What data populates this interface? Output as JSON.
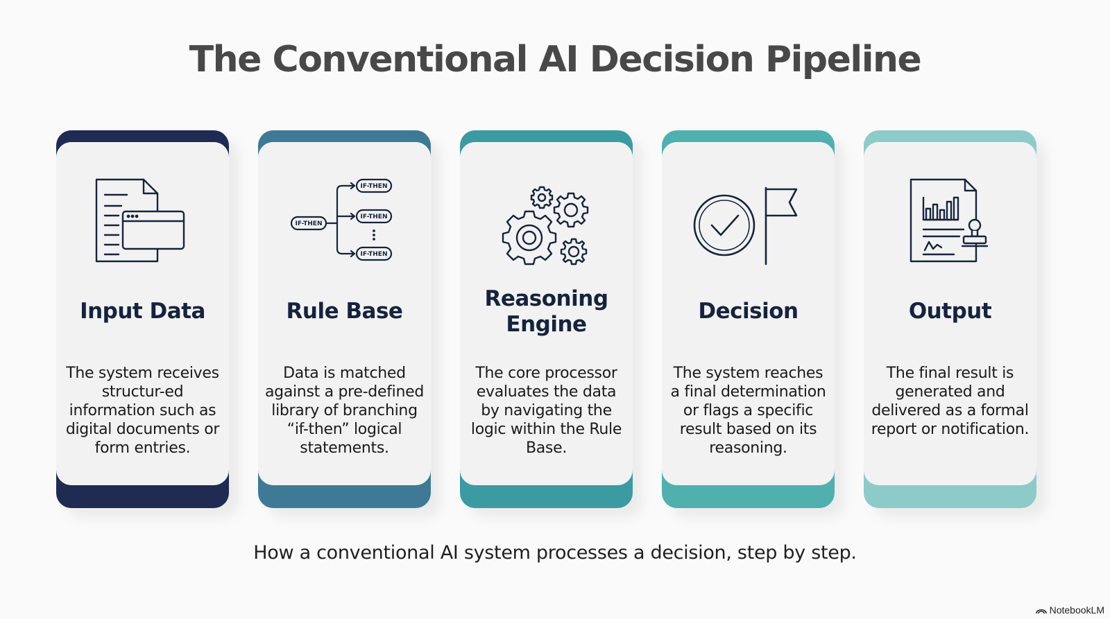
{
  "title": "The Conventional AI Decision Pipeline",
  "caption": "How a conventional AI system processes a decision, step by step.",
  "brand": "NotebookLM",
  "colors": {
    "input": "#1f2b52",
    "rule": "#3e7a96",
    "reasoning": "#3c9aa3",
    "decision": "#4fb0ae",
    "output": "#8ccbc8",
    "icon_stroke": "#16233f"
  },
  "cards": [
    {
      "title": "Input Data",
      "icon": "document-window-icon",
      "description": "The system receives structur-ed information such as digital documents or form entries."
    },
    {
      "title": "Rule Base",
      "icon": "if-then-tree-icon",
      "icon_labels": [
        "IF-THEN",
        "IF-THEN",
        "IF-THEN",
        "IF-THEN"
      ],
      "description": "Data is matched against a pre-defined library of branching “if-then” logical statements."
    },
    {
      "title": "Reasoning Engine",
      "icon": "gears-icon",
      "description": "The core processor evaluates the data by navigating the logic within the Rule Base."
    },
    {
      "title": "Decision",
      "icon": "check-flag-icon",
      "description": "The system reaches a final determination or flags a specific result based on its reasoning."
    },
    {
      "title": "Output",
      "icon": "report-stamp-icon",
      "description": "The final result is generated and delivered as a formal report or notification."
    }
  ]
}
